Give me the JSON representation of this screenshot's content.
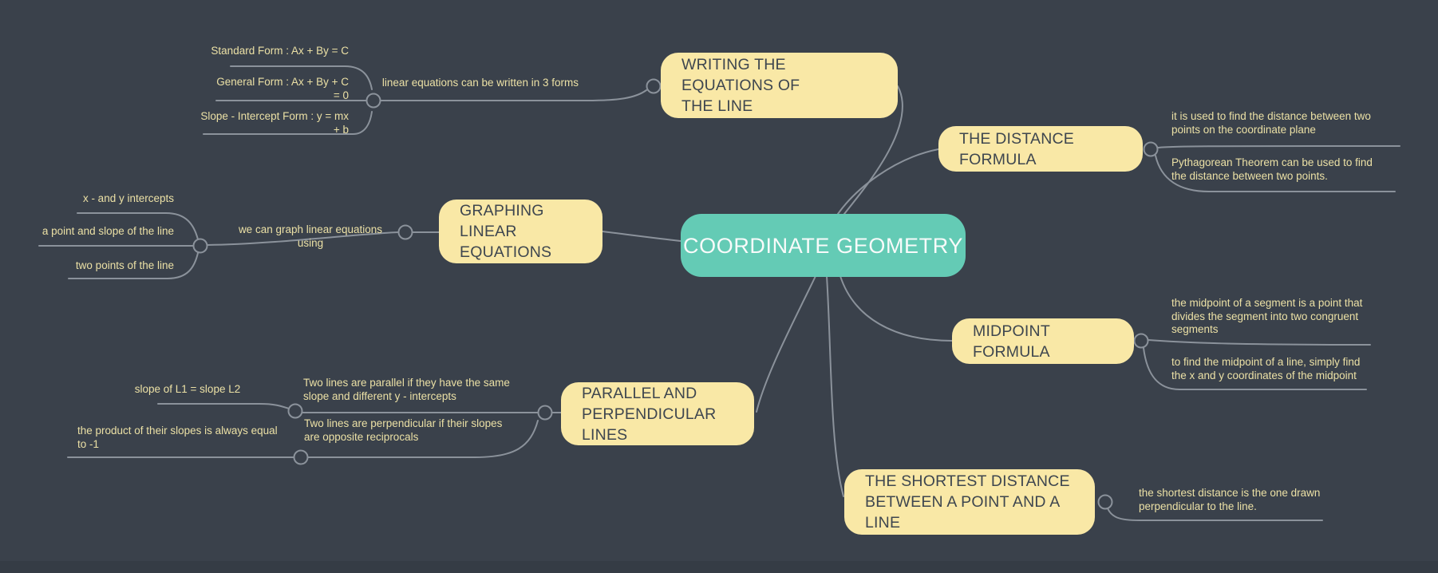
{
  "map_title": "COORDINATE GEOMETRY",
  "colors": {
    "background": "#3A414B",
    "central_node_fill": "#64CBB5",
    "branch_node_fill": "#F9E8A6",
    "node_text": "#3E464F",
    "central_text": "#F8FBFA",
    "leaf_text": "#EBE0A5",
    "connector": "#8B929B"
  },
  "nodes": {
    "central": {
      "label": "COORDINATE GEOMETRY"
    },
    "writing": {
      "label": "WRITING THE EQUATIONS OF\nTHE LINE"
    },
    "distance": {
      "label": "THE DISTANCE FORMULA"
    },
    "graphing": {
      "label": "GRAPHING LINEAR\nEQUATIONS"
    },
    "midpoint": {
      "label": "MIDPOINT FORMULA"
    },
    "parallel": {
      "label": "PARALLEL AND\nPERPENDICULAR LINES"
    },
    "shortest": {
      "label": "THE SHORTEST DISTANCE\nBETWEEN A POINT AND A LINE"
    }
  },
  "leaves": {
    "standard_form": {
      "text": "Standard Form : Ax + By = C"
    },
    "general_form": {
      "text": "General Form : Ax + By + C = 0"
    },
    "slope_intercept": {
      "text": "Slope - Intercept Form : y = mx + b"
    },
    "three_forms_label": {
      "text": "linear equations can be written in 3 forms"
    },
    "xy_intercepts": {
      "text": "x - and y intercepts"
    },
    "point_and_slope": {
      "text": "a point and slope of the line"
    },
    "two_points": {
      "text": "two points of the line"
    },
    "graph_using_label": {
      "text": "we can graph linear equations using"
    },
    "distance_use": {
      "text": "it is used to find the distance between two\npoints on the coordinate plane"
    },
    "pythagorean": {
      "text": "Pythagorean Theorem can be used to find\nthe distance between two points."
    },
    "midpoint_definition": {
      "text": "the midpoint of a segment is a point that\ndivides the segment into two congruent\nsegments"
    },
    "midpoint_how": {
      "text": "to find the midpoint of a line, simply find\nthe x  and y coordinates of the midpoint"
    },
    "slope_equal": {
      "text": "slope of L1 = slope L2"
    },
    "parallel_definition": {
      "text": "Two lines are parallel if they have the same\nslope and different y - intercepts"
    },
    "product_of_slopes": {
      "text": "the product of their slopes is always equal\nto -1"
    },
    "perpendicular_definition": {
      "text": "Two lines are perpendicular if their slopes\nare opposite reciprocals"
    },
    "shortest_definition": {
      "text": "the shortest distance is the one drawn\nperpendicular to the line."
    }
  }
}
